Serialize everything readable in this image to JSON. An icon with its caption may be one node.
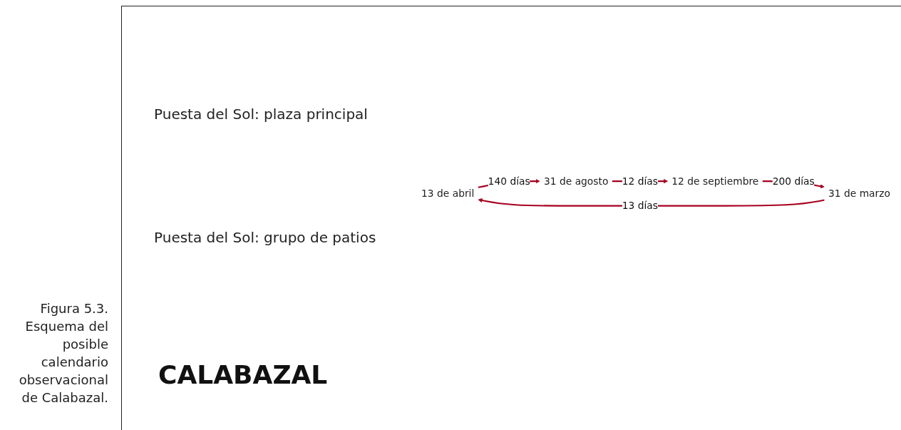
{
  "diagram": {
    "title": "CALABAZAL",
    "caption": "Figura 5.3. Esquema del posible calendario observacional de Calabazal.",
    "nodes": [
      {
        "text": [
          "13 de abril"
        ]
      },
      {
        "text": [
          "31 de agosto"
        ]
      },
      {
        "text": [
          "12 de septiembre"
        ]
      },
      {
        "text": [
          "31 de marzo"
        ]
      }
    ],
    "edges": [
      {
        "from": 0,
        "to": 1,
        "arrow": "to",
        "label": "140 días"
      },
      {
        "from": 1,
        "to": 2,
        "arrow": "to",
        "label": "12 días"
      },
      {
        "from": 2,
        "to": 3,
        "arrow": "to",
        "label": "200 días"
      },
      {
        "from": 3,
        "to": 0,
        "arrow": "to",
        "label": "13 días"
      }
    ],
    "labels": [
      "Puesta del Sol: plaza principal",
      "Puesta del Sol: grupo de patios"
    ]
  }
}
